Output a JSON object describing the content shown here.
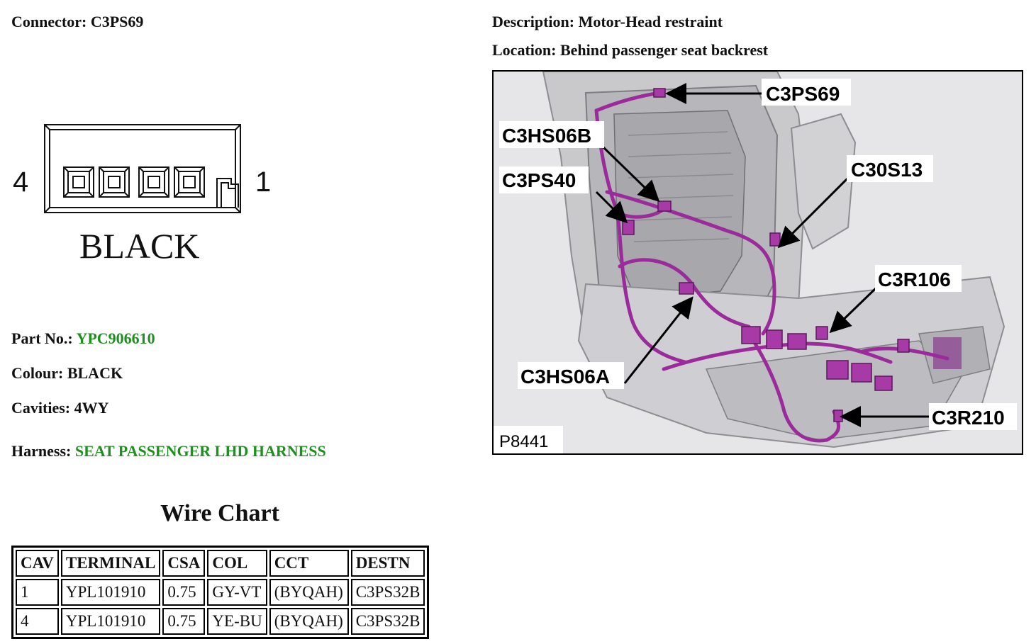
{
  "connector": {
    "label": "Connector:",
    "value": "C3PS69"
  },
  "description": {
    "label": "Description:",
    "value": "Motor-Head restraint"
  },
  "location": {
    "label": "Location:",
    "value": "Behind passenger seat backrest"
  },
  "diagram": {
    "left_pin": "4",
    "right_pin": "1",
    "colour_text": "BLACK"
  },
  "part_no": {
    "label": "Part No.:",
    "value": "YPC906610"
  },
  "colour": {
    "label": "Colour:",
    "value": "BLACK"
  },
  "cavities": {
    "label": "Cavities:",
    "value": "4WY"
  },
  "harness": {
    "label": "Harness:",
    "value": "SEAT PASSENGER LHD HARNESS"
  },
  "wire_chart": {
    "title": "Wire Chart",
    "headers": [
      "CAV",
      "TERMINAL",
      "CSA",
      "COL",
      "CCT",
      "DESTN"
    ],
    "rows": [
      [
        "1",
        "YPL101910",
        "0.75",
        "GY-VT",
        "(BYQAH)",
        "C3PS32B"
      ],
      [
        "4",
        "YPL101910",
        "0.75",
        "YE-BU",
        "(BYQAH)",
        "C3PS32B"
      ]
    ]
  },
  "image": {
    "ref": "P8441",
    "callouts": [
      "C3PS69",
      "C3HS06B",
      "C3PS40",
      "C30S13",
      "C3R106",
      "C3HS06A",
      "C3R210"
    ],
    "harness_color": "#9b2a9b",
    "link_color": "#1f8f1f"
  }
}
